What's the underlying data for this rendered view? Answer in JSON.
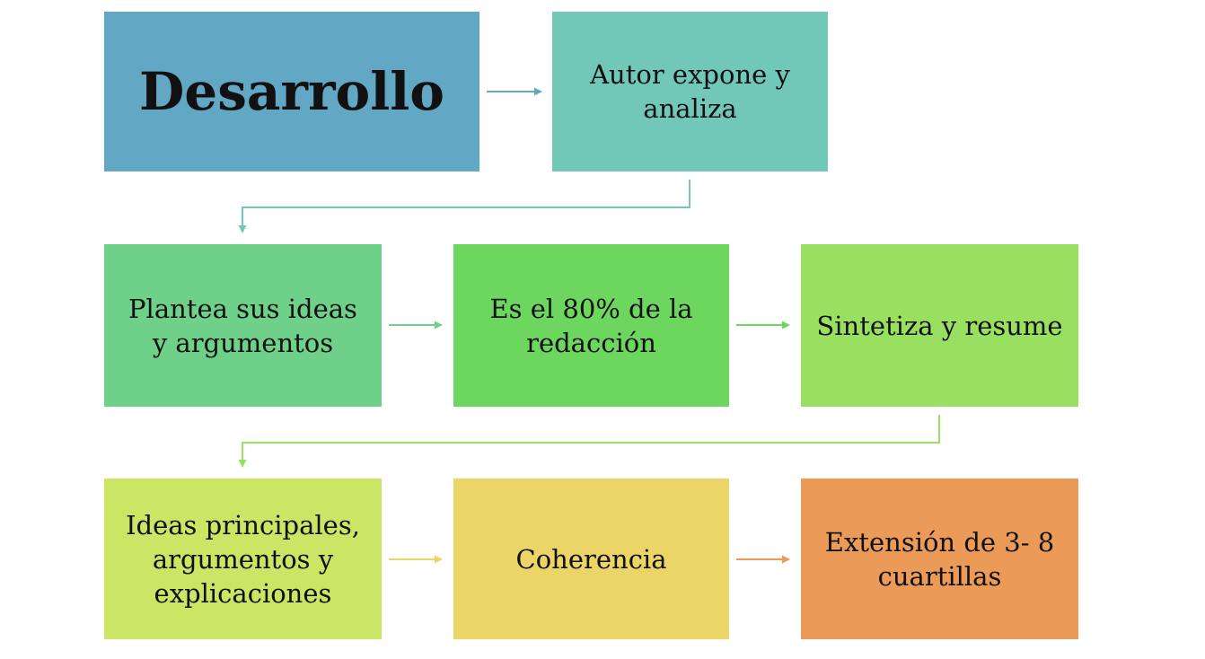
{
  "diagram": {
    "nodes": [
      {
        "id": "desarrollo",
        "label": "Desarrollo",
        "color": "#62A7C3"
      },
      {
        "id": "autor",
        "label": "Autor expone y\nanaliza",
        "color": "#71C8B9"
      },
      {
        "id": "plantea",
        "label": "Plantea sus  ideas\ny argumentos",
        "color": "#6FD189"
      },
      {
        "id": "ochenta",
        "label": "Es el 80% de la\nredacción",
        "color": "#6DD65F"
      },
      {
        "id": "sintetiza",
        "label": "Sintetiza y resume",
        "color": "#9AE060"
      },
      {
        "id": "ideas",
        "label": "Ideas principales,\nargumentos y\nexplicaciones",
        "color": "#CBE564"
      },
      {
        "id": "coherencia",
        "label": "Coherencia",
        "color": "#EAD566"
      },
      {
        "id": "extension",
        "label": "Extensión de 3- 8\ncuartillas",
        "color": "#EB9B57"
      }
    ],
    "edges": [
      {
        "from": "desarrollo",
        "to": "autor",
        "color": "#62A7C3"
      },
      {
        "from": "autor",
        "to": "plantea",
        "color": "#71C8B9"
      },
      {
        "from": "plantea",
        "to": "ochenta",
        "color": "#6FD189"
      },
      {
        "from": "ochenta",
        "to": "sintetiza",
        "color": "#6DD65F"
      },
      {
        "from": "sintetiza",
        "to": "ideas",
        "color": "#9AE060"
      },
      {
        "from": "ideas",
        "to": "coherencia",
        "color": "#EAD566"
      },
      {
        "from": "coherencia",
        "to": "extension",
        "color": "#EB9B57"
      }
    ]
  }
}
